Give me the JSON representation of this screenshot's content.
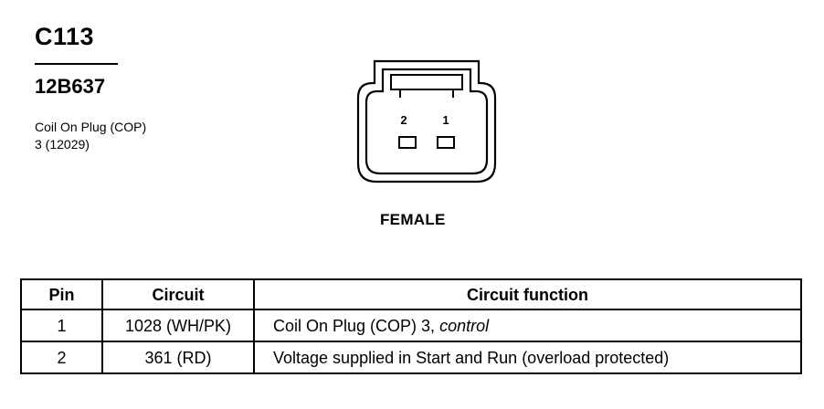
{
  "connector": {
    "id": "C113",
    "part_number": "12B637",
    "description_line1": "Coil On Plug (COP)",
    "description_line2": "3 (12029)",
    "gender": "FEMALE",
    "pin_labels": [
      "2",
      "1"
    ]
  },
  "table": {
    "headers": {
      "pin": "Pin",
      "circuit": "Circuit",
      "function": "Circuit function"
    },
    "rows": [
      {
        "pin": "1",
        "circuit": "1028 (WH/PK)",
        "function_main": "Coil On Plug (COP) 3, ",
        "function_italic": "control"
      },
      {
        "pin": "2",
        "circuit": "361 (RD)",
        "function_main": "Voltage supplied in Start and Run (overload protected)",
        "function_italic": ""
      }
    ]
  }
}
